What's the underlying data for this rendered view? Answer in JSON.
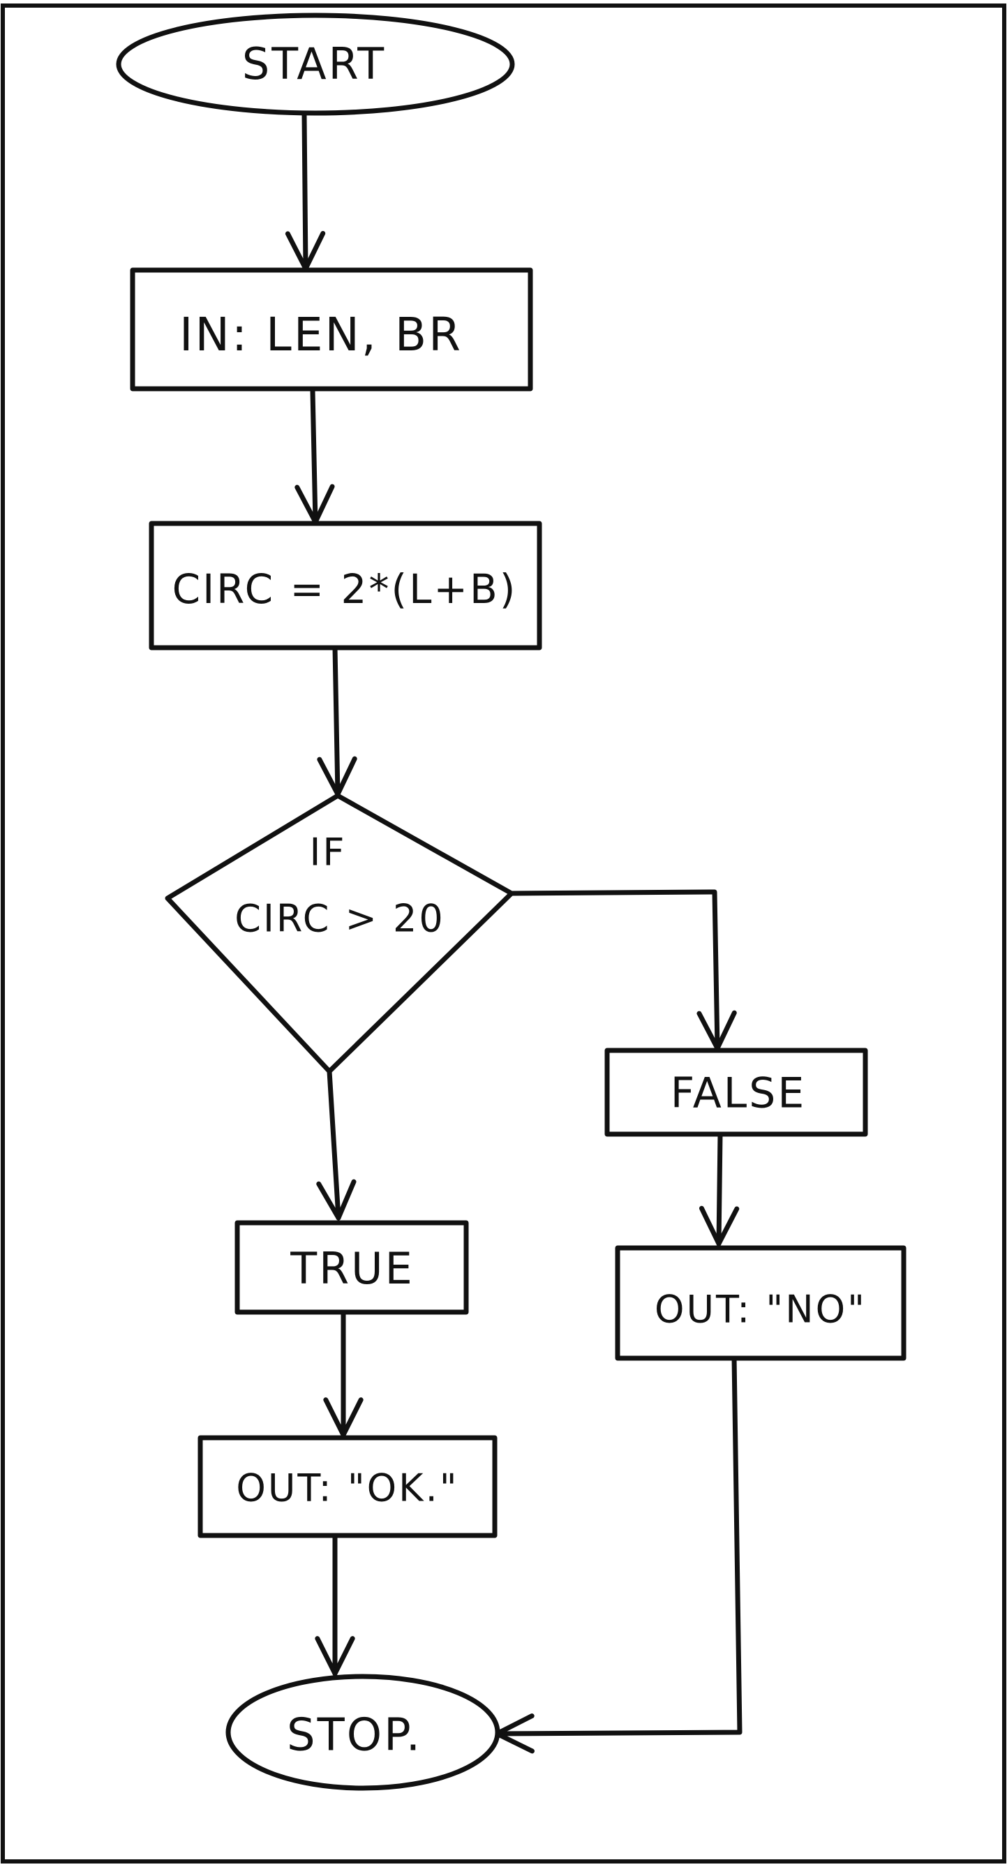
{
  "flowchart": {
    "nodes": {
      "start": {
        "label": "START",
        "shape": "terminal"
      },
      "input": {
        "label": "IN: LEN, BR",
        "shape": "process"
      },
      "calc": {
        "label": "CIRC = 2*(L+B)",
        "shape": "process"
      },
      "decision": {
        "label_line1": "IF",
        "label_line2": "CIRC > 20",
        "shape": "decision"
      },
      "false_box": {
        "label": "FALSE",
        "shape": "process"
      },
      "true_box": {
        "label": "TRUE",
        "shape": "process"
      },
      "out_ok": {
        "label": "OUT: \"OK.\"",
        "shape": "process"
      },
      "out_no": {
        "label": "OUT: \"NO\"",
        "shape": "process"
      },
      "stop": {
        "label": "STOP.",
        "shape": "terminal"
      }
    },
    "edges": [
      {
        "from": "start",
        "to": "input"
      },
      {
        "from": "input",
        "to": "calc"
      },
      {
        "from": "calc",
        "to": "decision"
      },
      {
        "from": "decision",
        "to": "true_box"
      },
      {
        "from": "decision",
        "to": "false_box"
      },
      {
        "from": "true_box",
        "to": "out_ok"
      },
      {
        "from": "false_box",
        "to": "out_no"
      },
      {
        "from": "out_ok",
        "to": "stop"
      },
      {
        "from": "out_no",
        "to": "stop"
      }
    ]
  },
  "colors": {
    "ink": "#111111",
    "paper": "#ffffff"
  }
}
